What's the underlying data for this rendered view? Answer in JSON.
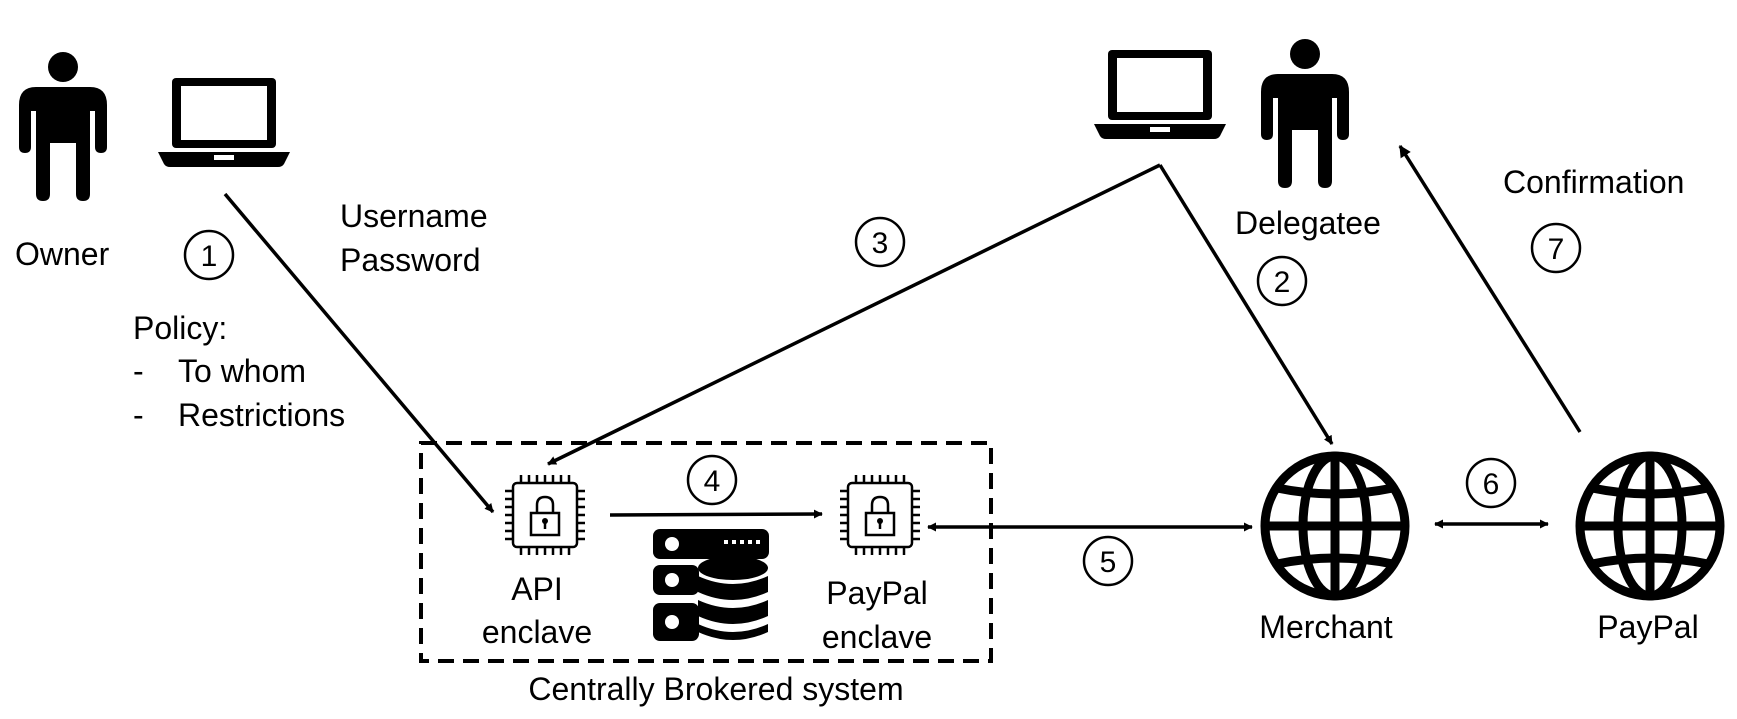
{
  "actors": {
    "owner": "Owner",
    "delegatee": "Delegatee"
  },
  "credentials": {
    "line1": "Username",
    "line2": "Password"
  },
  "policy": {
    "title": "Policy:",
    "bullet": "-",
    "items": [
      "To whom",
      "Restrictions"
    ]
  },
  "confirmation": "Confirmation",
  "enclaves": {
    "api_line1": "API",
    "api_line2": "enclave",
    "paypal_line1": "PayPal",
    "paypal_line2": "enclave"
  },
  "system_label": "Centrally Brokered system",
  "web": {
    "merchant": "Merchant",
    "paypal": "PayPal"
  },
  "steps": [
    "1",
    "2",
    "3",
    "4",
    "5",
    "6",
    "7"
  ],
  "icons": {
    "person": "person-icon",
    "laptop": "laptop-icon",
    "chip": "lock-chip-icon",
    "database": "database-server-icon",
    "globe": "globe-icon"
  }
}
